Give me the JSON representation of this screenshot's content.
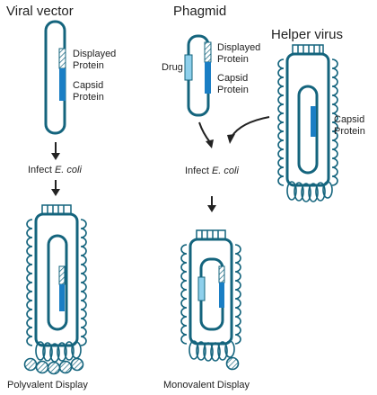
{
  "viral_vector": {
    "title": "Viral vector",
    "displayed_label_1": "Displayed",
    "displayed_label_2": "Protein",
    "capsid_label_1": "Capsid",
    "capsid_label_2": "Protein"
  },
  "phagmid": {
    "title": "Phagmid",
    "drug_label": "Drug",
    "displayed_label_1": "Displayed",
    "displayed_label_2": "Protein",
    "capsid_label_1": "Capsid",
    "capsid_label_2": "Protein"
  },
  "helper_virus": {
    "title": "Helper virus",
    "capsid_label_1": "Capsid",
    "capsid_label_2": "Protein"
  },
  "infect_left": {
    "prefix": "Infect ",
    "organism": "E. coli"
  },
  "infect_center": {
    "prefix": "Infect ",
    "organism": "E. coli"
  },
  "captions": {
    "polyvalent": "Polyvalent Display",
    "monovalent": "Monovalent Display"
  },
  "colors": {
    "outline": "#14647d",
    "capsid_gene": "#1a7ec4",
    "drug_gene": "#8fd0ec",
    "hatch": "#14647d",
    "arrow": "#222222"
  }
}
